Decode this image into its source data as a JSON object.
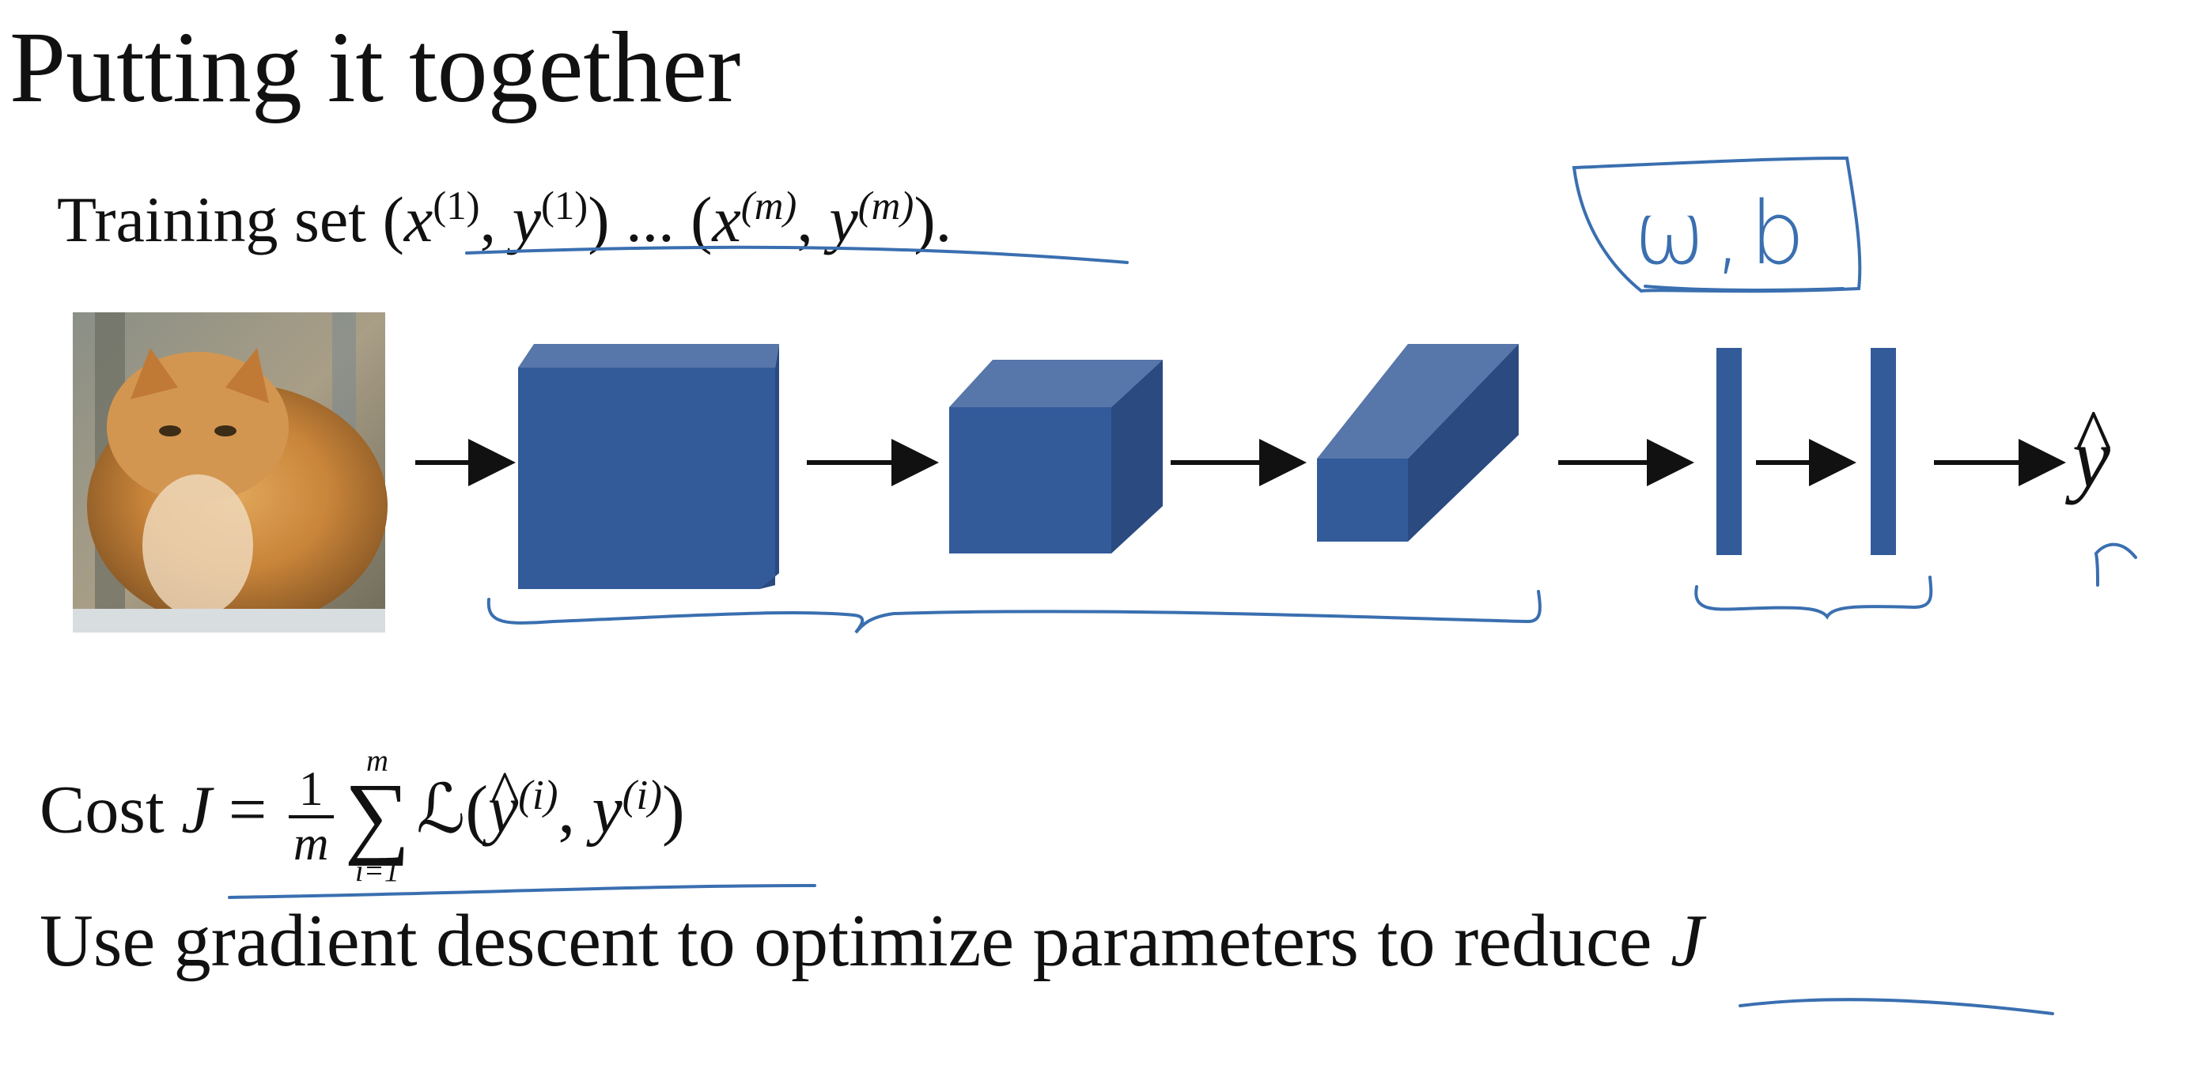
{
  "slide": {
    "title": "Putting it together",
    "training_set": {
      "label": "Training set",
      "x": "x",
      "y": "y",
      "idx_first": "(1)",
      "idx_last": "(m)",
      "ellipsis": "...",
      "end": "."
    },
    "cost": {
      "label": "Cost",
      "J": "J",
      "equals": "=",
      "frac_num": "1",
      "frac_den": "m",
      "sum_top": "m",
      "sum_symbol": "∑",
      "sum_bottom": "i=1",
      "loss": "ℒ",
      "yhat": "y",
      "y": "y",
      "idx": "(i)"
    },
    "gradient_descent": {
      "text_before": "Use gradient descent to optimize parameters to reduce",
      "J": "J"
    },
    "output_label": "y",
    "annotation_wb": "ω,b"
  },
  "colors": {
    "block_front": "#335b9a",
    "block_top": "#5776a9",
    "block_side": "#2a4a80",
    "annotation": "#3a6fb0",
    "arrow": "#111111"
  }
}
